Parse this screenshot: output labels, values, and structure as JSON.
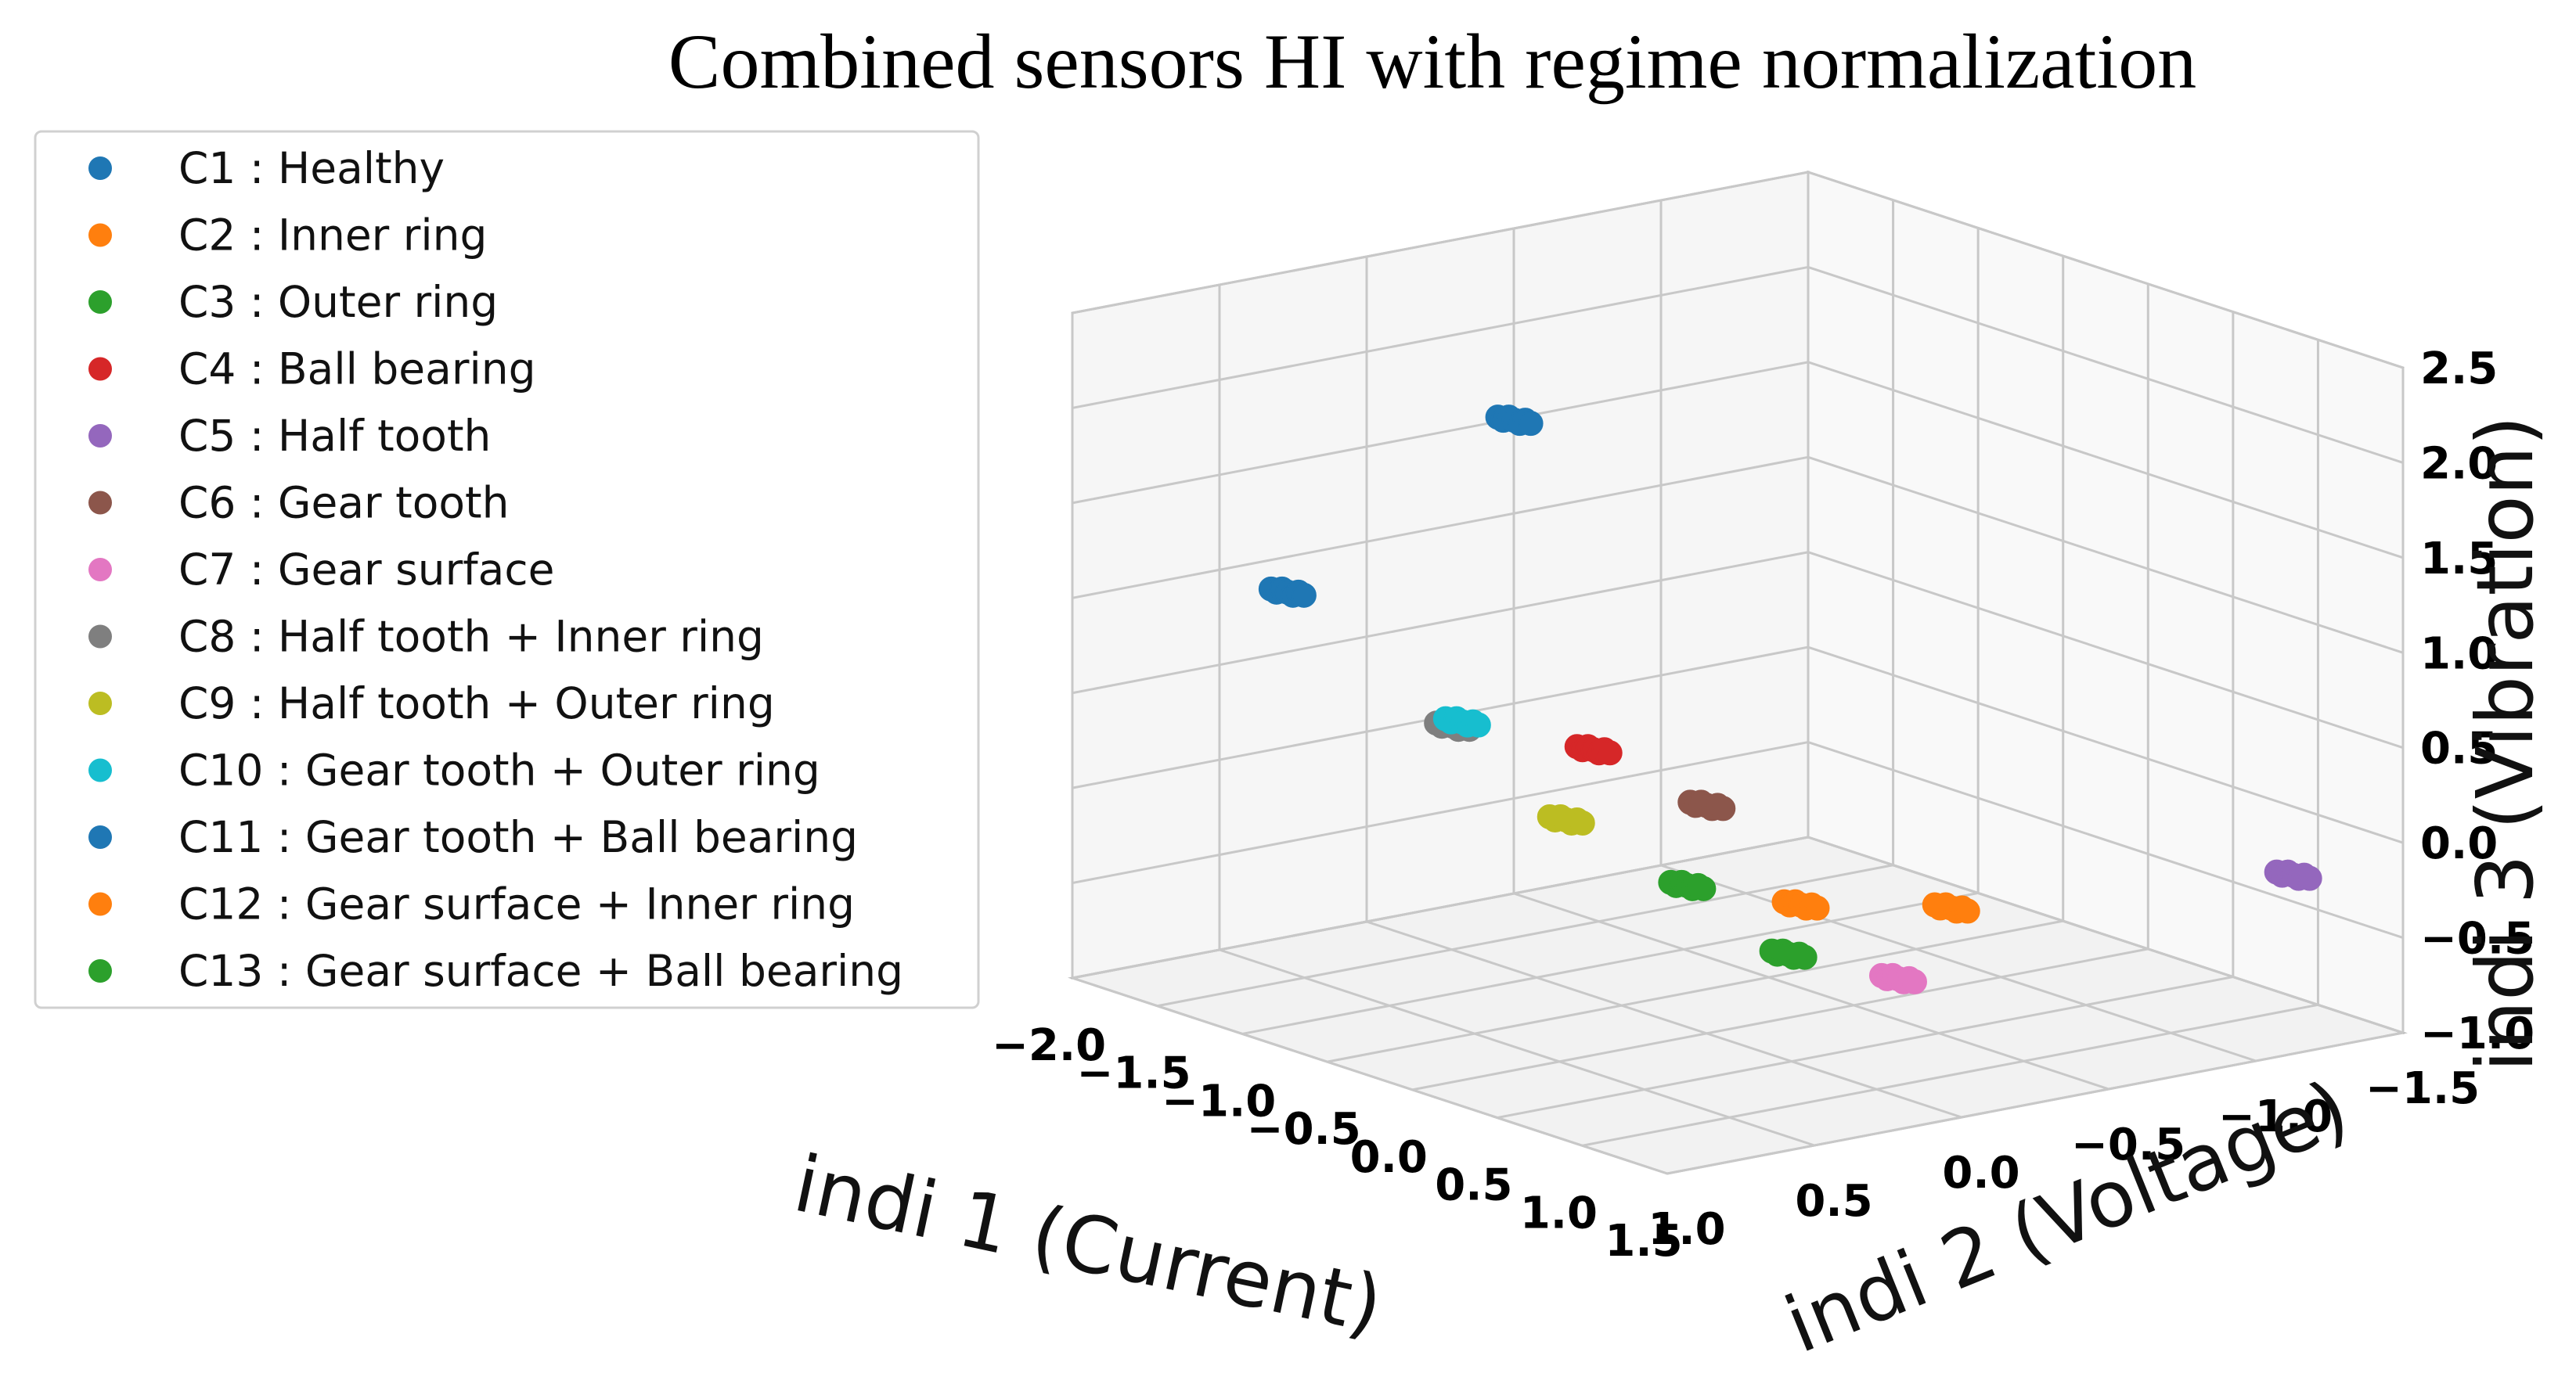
{
  "chart_data": {
    "type": "scatter",
    "projection": "3d",
    "title": "Combined sensors HI with regime normalization",
    "xlabel": "indi 1 (Current)",
    "ylabel": "indi 2 (Voltage)",
    "zlabel": "indi 3 (Vibration)",
    "xticks": [
      "−2.0",
      "−1.5",
      "−1.0",
      "−0.5",
      "0.0",
      "0.5",
      "1.0",
      "1.5"
    ],
    "yticks": [
      "−1.5",
      "−1.0",
      "−0.5",
      "0.0",
      "0.5",
      "1.0"
    ],
    "zticks": [
      "2.5",
      "2.0",
      "1.5",
      "1.0",
      "0.5",
      "0.0",
      "−0.5",
      "−1.0"
    ],
    "xlim": [
      -2.0,
      1.5
    ],
    "ylim": [
      -1.5,
      1.0
    ],
    "zlim": [
      -1.0,
      2.5
    ],
    "grid": true,
    "legend_position": "top-left",
    "series": [
      {
        "name": "C1 : Healthy",
        "color": "#1f77b4",
        "x": 0.6,
        "y": 1.0,
        "z": 2.7
      },
      {
        "name": "C2 : Inner ring",
        "color": "#ff7f0e",
        "x": 0.9,
        "y": 0.2,
        "z": 0.0
      },
      {
        "name": "C3 : Outer ring",
        "color": "#2ca02c",
        "x": 1.0,
        "y": 0.3,
        "z": -0.2
      },
      {
        "name": "C4 : Ball bearing",
        "color": "#d62728",
        "x": 0.2,
        "y": 0.5,
        "z": 0.7
      },
      {
        "name": "C5 : Half tooth",
        "color": "#9467bd",
        "x": 1.2,
        "y": -1.3,
        "z": -0.2
      },
      {
        "name": "C6 : Gear tooth",
        "color": "#8c564b",
        "x": 0.0,
        "y": 0.0,
        "z": 0.2
      },
      {
        "name": "C7 : Gear surface",
        "color": "#e377c2",
        "x": 1.3,
        "y": 0.1,
        "z": -0.3
      },
      {
        "name": "C8 : Half tooth + Inner ring",
        "color": "#7f7f7f",
        "x": -0.8,
        "y": 0.4,
        "z": 0.5
      },
      {
        "name": "C9 : Half tooth + Outer ring",
        "color": "#bcbd22",
        "x": -1.0,
        "y": -0.1,
        "z": -0.2
      },
      {
        "name": "C10 : Gear tooth + Outer ring",
        "color": "#17becf",
        "x": -0.4,
        "y": 0.6,
        "z": 0.7
      },
      {
        "name": "C11 : Gear tooth + Ball bearing",
        "color": "#1f77b4",
        "x": -1.6,
        "y": 0.5,
        "z": 1.0
      },
      {
        "name": "C12 : Gear surface + Inner ring",
        "color": "#ff7f0e",
        "x": 0.4,
        "y": -0.6,
        "z": -0.4
      },
      {
        "name": "C13 : Gear surface + Ball bearing",
        "color": "#2ca02c",
        "x": -1.5,
        "y": -0.8,
        "z": -0.9
      }
    ]
  }
}
